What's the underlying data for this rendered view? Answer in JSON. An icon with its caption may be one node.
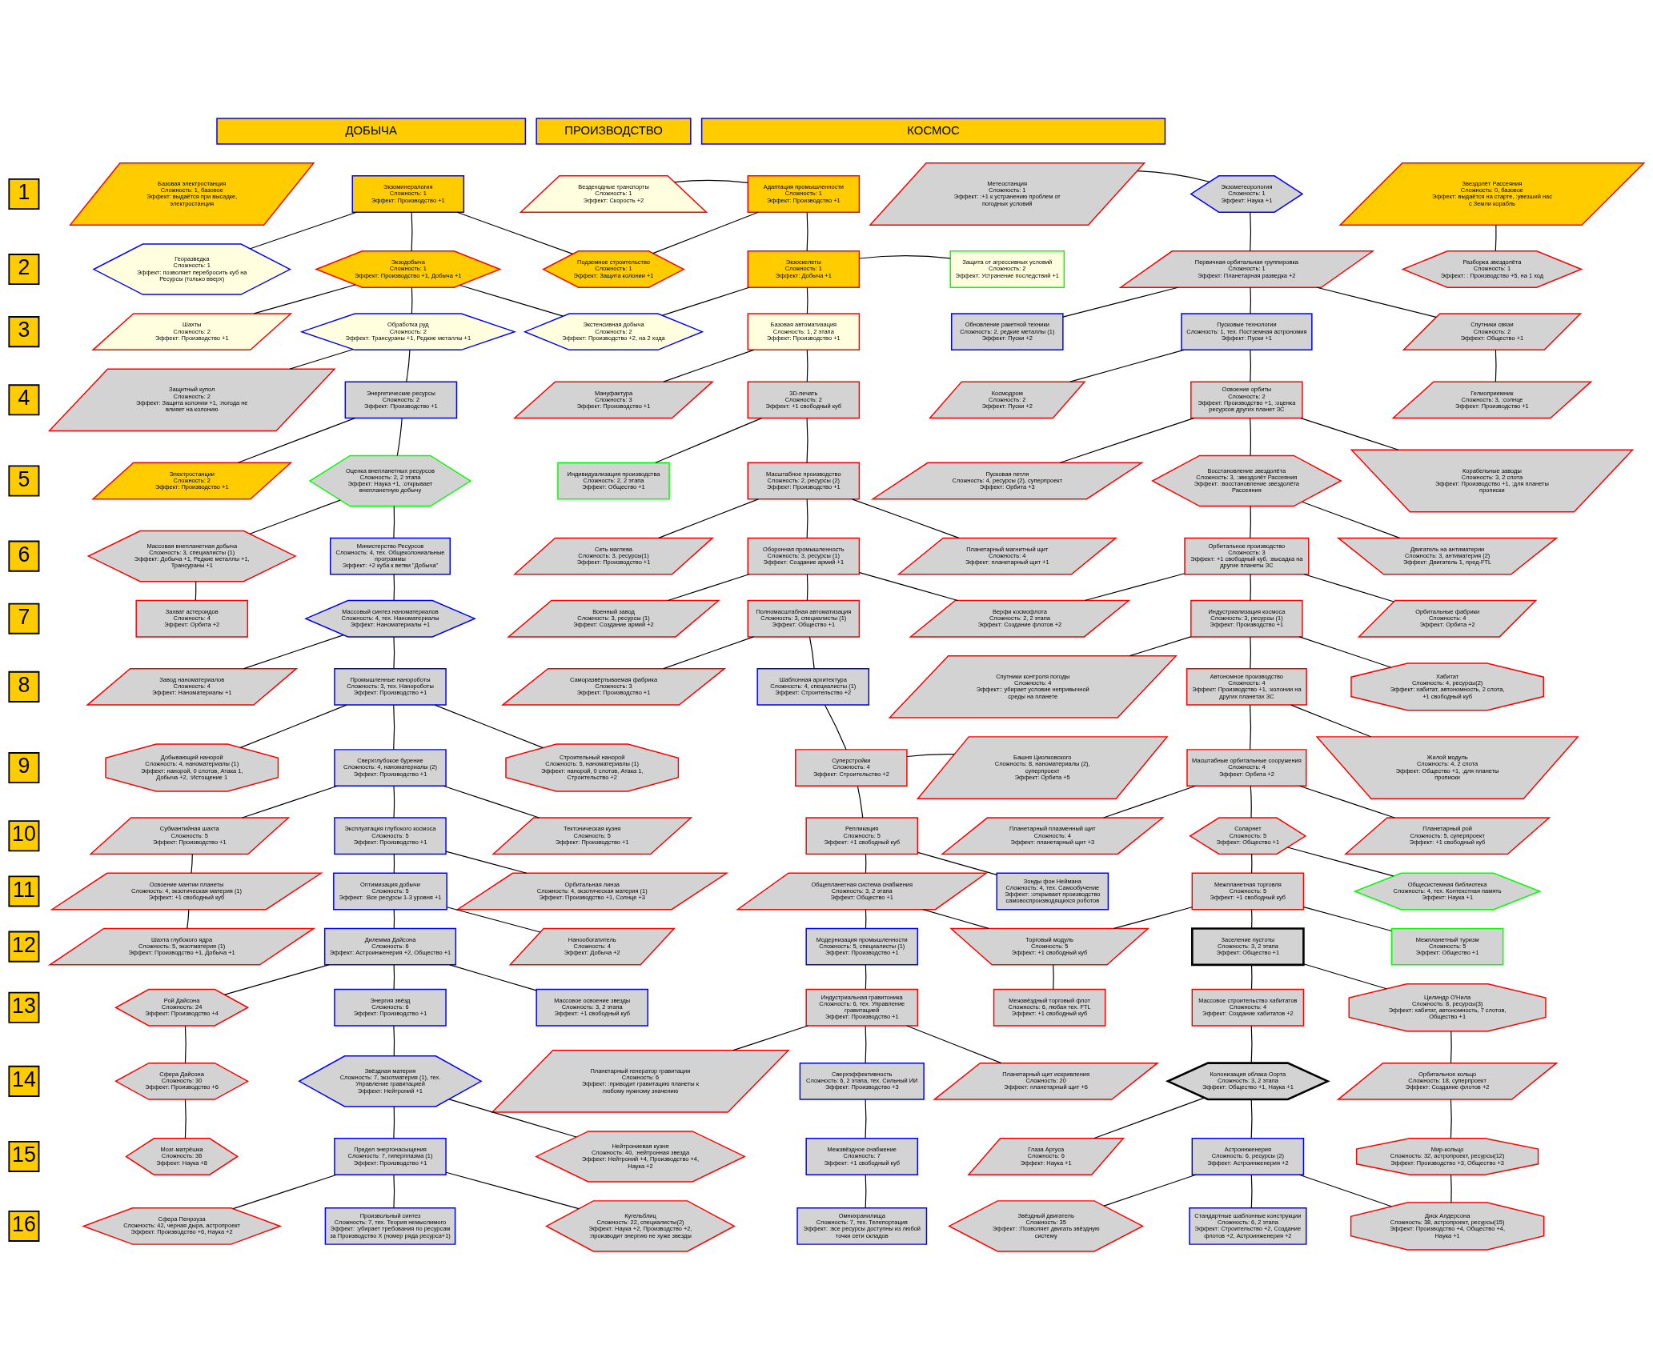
{
  "diagram": {
    "nodes": [
      {
        "text": [
          "ДОБЫЧА"
        ]
      },
      {
        "text": [
          "ПРОИЗВОДСТВО"
        ]
      },
      {
        "text": [
          "КОСМОС"
        ]
      },
      {
        "text": [
          "1"
        ]
      },
      {
        "text": [
          "Базовая электростанция",
          "Сложность: 1, базовое",
          "Эффект: выдаётся при высадке, электростанция"
        ]
      },
      {
        "text": [
          "Экзоминералогия",
          "Сложность: 1",
          "Эффект: Производство +1"
        ]
      },
      {
        "text": [
          "Вездеходные транспорты",
          "Сложность: 1",
          "Эффект: Скорость +2"
        ]
      },
      {
        "text": [
          "Адаптация промышленности",
          "Сложность: 1",
          "Эффект: Производство +1"
        ]
      },
      {
        "text": [
          "Метеостанция",
          "Сложность: 1",
          "Эффект: :+1 к устранению проблем от погодных условий"
        ]
      },
      {
        "text": [
          "Экзометеорология",
          "Сложность: 1",
          "Эффект: Наука +1"
        ]
      },
      {
        "text": [
          "Звездолёт Рассеяния",
          "Сложность: 0, базовое",
          "Эффект: выдаётся на старте, :увезший нас с Земли корабль"
        ]
      },
      {
        "text": [
          "2"
        ]
      },
      {
        "text": [
          "Георазведка",
          "Сложность: 1",
          "Эффект: позволяет перебросить куб на Ресурсы (только вверх)"
        ]
      },
      {
        "text": [
          "Экзодобыча",
          "Сложность: 1",
          "Эффект: Производство +1, Добыча +1"
        ]
      },
      {
        "text": [
          "Подземное строительство",
          "Сложность: 1",
          "Эффект: Защита колонии +1"
        ]
      },
      {
        "text": [
          "Экзоскелеты",
          "Сложность: 1",
          "Эффект: Добыча +1"
        ]
      },
      {
        "text": [
          "Защита от агрессивных условий",
          "Сложность: 2",
          "Эффект: Устранение последствий +1"
        ]
      },
      {
        "text": [
          "Первичная орбитальная группировка",
          "Сложность: 1",
          "Эффект: Планетарная разведка +2"
        ]
      },
      {
        "text": [
          "Разборка звездолёта",
          "Сложность: 1",
          "Эффект: : Производство +5, на 1 ход"
        ]
      },
      {
        "text": [
          "3"
        ]
      },
      {
        "text": [
          "Шахты",
          "Сложность: 2",
          "Эффект: Производство +1"
        ]
      },
      {
        "text": [
          "Обработка руд",
          "Сложность: 2",
          "Эффект: Трансураны +1, Редкие металлы +1"
        ]
      },
      {
        "text": [
          "Экстенсивная добыча",
          "Сложность: 2",
          "Эффект: Производство +2, на 2 хода"
        ]
      },
      {
        "text": [
          "Базовая автоматизация",
          "Сложность: 1, 2 этапа",
          "Эффект: Производство +1"
        ]
      },
      {
        "text": [
          "Обновление ракетной техники",
          "Сложность: 2, редкие металлы (1)",
          "Эффект: Пуски +2"
        ]
      },
      {
        "text": [
          "Пусковые технологии",
          "Сложность: 1, тех. Постземная астрономия",
          "Эффект: Пуски +1"
        ]
      },
      {
        "text": [
          "Спутники связи",
          "Сложность: 2",
          "Эффект: Общество +1"
        ]
      },
      {
        "text": [
          "4"
        ]
      },
      {
        "text": [
          "Защитный купол",
          "Сложность: 2",
          "Эффект: Защита колонии +1, :погода не влияет на колонию"
        ]
      },
      {
        "text": [
          "Энергетические ресурсы",
          "Сложность: 2",
          "Эффект: Производство +1"
        ]
      },
      {
        "text": [
          "Мануфактура",
          "Сложность: 3",
          "Эффект: Производство +1"
        ]
      },
      {
        "text": [
          "3D-печать",
          "Сложность: 2",
          "Эффект: +1 свободный куб"
        ]
      },
      {
        "text": [
          "Космодром",
          "Сложность: 2",
          "Эффект: Пуски +2"
        ]
      },
      {
        "text": [
          "Освоение орбиты",
          "Сложность: 2",
          "Эффект: Производство +1, :оценка ресурсов других планет ЗС"
        ]
      },
      {
        "text": [
          "Гелиоприемник",
          "Сложность: 3, :солнце",
          "Эффект: Производство +1"
        ]
      },
      {
        "text": [
          "5"
        ]
      },
      {
        "text": [
          "Электростанции",
          "Сложность: 2",
          "Эффект: Производство +1"
        ]
      },
      {
        "text": [
          "Оценка внепланетных ресурсов",
          "Сложность: 2, 2 этапа",
          "Эффект: Наука +1, :открывает внепланетную добычу"
        ]
      },
      {
        "text": [
          "Индивидуализация производства",
          "Сложность: 2, 2 этапа",
          "Эффект: Общество +1"
        ]
      },
      {
        "text": [
          "Масштабное производство",
          "Сложность: 2, ресурсы (2)",
          "Эффект: Производство +1"
        ]
      },
      {
        "text": [
          "Пусковая петля",
          "Сложность: 4, ресурсы (2), суперпроект",
          "Эффект: Орбита +3"
        ]
      },
      {
        "text": [
          "Восстановление звездолёта",
          "Сложность: 3, :звездолёт Рассеяния",
          "Эффект: :восстановление звездолёта Рассеяния"
        ]
      },
      {
        "text": [
          "Корабельные заводы",
          "Сложность: 3, 2 слота",
          "Эффект: Производство +1, :для планеты прописки"
        ]
      },
      {
        "text": [
          "6"
        ]
      },
      {
        "text": [
          "Массовая внепланетная добыча",
          "Сложность: 3, специалисты (1)",
          "Эффект: Добыча +1, Редкие металлы +1, Трансураны +1"
        ]
      },
      {
        "text": [
          "Министерство Ресурсов",
          "Сложность: 4, тех. Общеколониальные программы",
          "Эффект: +2 куба к ветви \"Добыча\""
        ]
      },
      {
        "text": [
          "Сеть маглева",
          "Сложность: 3, ресурсы(1)",
          "Эффект: Производство +1"
        ]
      },
      {
        "text": [
          "Оборонная промышленность",
          "Сложность: 3, ресурсы (1)",
          "Эффект: Создание армий +1"
        ]
      },
      {
        "text": [
          "Планетарный магнитный щит",
          "Сложность: 4",
          "Эффект: планетарный щит +1"
        ]
      },
      {
        "text": [
          "Орбитальное производство",
          "Сложность: 3",
          "Эффект: +1 свободный куб, :высадка на другие планеты ЗС"
        ]
      },
      {
        "text": [
          "Двигатель на антиматерии",
          "Сложность: 3, антиматерия (2)",
          "Эффект: Двигатель 1, пред-FTL"
        ]
      },
      {
        "text": [
          "7"
        ]
      },
      {
        "text": [
          "Захват астероидов",
          "Сложность: 4",
          "Эффект: Орбита +2"
        ]
      },
      {
        "text": [
          "Массовый синтез наноматериалов",
          "Сложность: 4, тех. Наноматериалы",
          "Эффект: Наноматериалы +1"
        ]
      },
      {
        "text": [
          "Военный завод",
          "Сложность: 3, ресурсы (1)",
          "Эффект: Создание армий +2"
        ]
      },
      {
        "text": [
          "Полномасштабная автоматизация",
          "Сложность: 3, специалисты (1)",
          "Эффект: Общество +1"
        ]
      },
      {
        "text": [
          "Верфи космофлота",
          "Сложность: 2, 2 этапа",
          "Эффект: Создание флотов +2"
        ]
      },
      {
        "text": [
          "Индустриализация космоса",
          "Сложность: 3, ресурсы (1)",
          "Эффект: Производство +1"
        ]
      },
      {
        "text": [
          "Орбитальные фабрики",
          "Сложность: 4",
          "Эффект: Орбита +2"
        ]
      },
      {
        "text": [
          "8"
        ]
      },
      {
        "text": [
          "Завод наноматериалов",
          "Сложность: 4",
          "Эффект: Наноматериалы +1"
        ]
      },
      {
        "text": [
          "Промышленные нанороботы",
          "Сложность: 3, тех. Нанороботы",
          "Эффект: Производство +1"
        ]
      },
      {
        "text": [
          "Саморазвёртываемая фабрика",
          "Сложность: 3",
          "Эффект: Производство +1"
        ]
      },
      {
        "text": [
          "Шаблонная архитектура",
          "Сложность: 4, специалисты (1)",
          "Эффект: Строительство +2"
        ]
      },
      {
        "text": [
          "Спутники контроля погоды",
          "Сложность: 4",
          "Эффект:: убирает условие непривычной среды на планете"
        ]
      },
      {
        "text": [
          "Автономное производство",
          "Сложность: 4",
          "Эффект: Производство +1, :колонии на других планетах ЗС"
        ]
      },
      {
        "text": [
          "Хабитат",
          "Сложность: 4, ресурсы(2)",
          "Эффект: хабитат, автономность, 2 слота, +1 свободный куб"
        ]
      },
      {
        "text": [
          "9"
        ]
      },
      {
        "text": [
          "Добывающий нанорой",
          "Сложность: 4, наноматериалы (1)",
          "Эффект: нанорой, 0 слотов, Атака 1, Добыча +2, :Истощение 1"
        ]
      },
      {
        "text": [
          "Сверхглубокое бурение",
          "Сложность: 4, наноматериалы (2)",
          "Эффект: Производство +1"
        ]
      },
      {
        "text": [
          "Строительный нанорой",
          "Сложность: 5, наноматериалы (1)",
          "Эффект: нанорой, 0 слотов, Атака 1, Строительство +2"
        ]
      },
      {
        "text": [
          "Суперстройки",
          "Сложность: 4",
          "Эффект: Строительство +2"
        ]
      },
      {
        "text": [
          "Башня Циолковского",
          "Сложность: 8, наноматериалы (2), суперпроект",
          "Эффект: Орбита +5"
        ]
      },
      {
        "text": [
          "Масштабные орбитальные сооружения",
          "Сложность: 4",
          "Эффект: Орбита +2"
        ]
      },
      {
        "text": [
          "Жилой модуль",
          "Сложность: 4, 2 слота",
          "Эффект: Общество +1, :для планеты прописки"
        ]
      },
      {
        "text": [
          "10"
        ]
      },
      {
        "text": [
          "Субмантийная шахта",
          "Сложность: 5",
          "Эффект: Производство +1"
        ]
      },
      {
        "text": [
          "Эксплуатация глубокого космоса",
          "Сложность: 5",
          "Эффект: Производство +1"
        ]
      },
      {
        "text": [
          "Тектоническая кузня",
          "Сложность: 5",
          "Эффект: Производство +1"
        ]
      },
      {
        "text": [
          "Репликация",
          "Сложность: 5",
          "Эффект: +1 свободный куб"
        ]
      },
      {
        "text": [
          "Планетарный плазменный щит",
          "Сложность: 4",
          "Эффект: планетарный щит +3"
        ]
      },
      {
        "text": [
          "Соларнет",
          "Сложность: 5",
          "Эффект: Общество +1"
        ]
      },
      {
        "text": [
          "Планетарный рой",
          "Сложность: 5, суперпроект",
          "Эффект: +1 свободный куб"
        ]
      },
      {
        "text": [
          "11"
        ]
      },
      {
        "text": [
          "Освоение мантии планеты",
          "Сложность: 4, экзотическая материя (1)",
          "Эффект: +1 свободный куб"
        ]
      },
      {
        "text": [
          "Оптимизация добычи",
          "Сложность: 5",
          "Эффект: :Все ресурсы 1-3 уровня +1"
        ]
      },
      {
        "text": [
          "Орбитальная линза",
          "Сложность: 4, экзотическая материя (1)",
          "Эффект: Производство +1, Солнце +3"
        ]
      },
      {
        "text": [
          "Общепланетная система снабжения",
          "Сложность: 3, 2 этапа",
          "Эффект: Общество +1"
        ]
      },
      {
        "text": [
          "Зонды фон Неймана",
          "Сложность: 4, тех. Самообучение",
          "Эффект: :открывает производство самовоспроизводящихся роботов"
        ]
      },
      {
        "text": [
          "Межпланетная торговля",
          "Сложность: 5",
          "Эффект: +1 свободный куб"
        ]
      },
      {
        "text": [
          "Общесистемная библиотека",
          "Сложность: 4, тех. Контекстная память",
          "Эффект: Наука +1"
        ]
      },
      {
        "text": [
          "12"
        ]
      },
      {
        "text": [
          "Шахта глубокого ядра",
          "Сложность: 5, экзотматерия (1)",
          "Эффект: Производство +1, Добыча +1"
        ]
      },
      {
        "text": [
          "Дилемма Дайсона",
          "Сложность: 6",
          "Эффект: Астроинженерия +2, Общество +1"
        ]
      },
      {
        "text": [
          "Нанообогатитель",
          "Сложность: 4",
          "Эффект: Добыча +2"
        ]
      },
      {
        "text": [
          "Модернизация промышленности",
          "Сложность: 5, специалисты (1)",
          "Эффект: Производство +1"
        ]
      },
      {
        "text": [
          "Торговый модуль",
          "Сложность: 5",
          "Эффект: +1 свободный куб"
        ]
      },
      {
        "text": [
          "Заселение пустоты",
          "Сложность: 3, 2 этапа",
          "Эффект: Общество +1"
        ]
      },
      {
        "text": [
          "Межпланетный туризм",
          "Сложность: 5",
          "Эффект: Общество +1"
        ]
      },
      {
        "text": [
          "13"
        ]
      },
      {
        "text": [
          "Рой Дайсона",
          "Сложность: 24",
          "Эффект: Производство +4"
        ]
      },
      {
        "text": [
          "Энергия звёзд",
          "Сложность: 6",
          "Эффект: Производство +1"
        ]
      },
      {
        "text": [
          "Массовое освоение звезды",
          "Сложность: 3, 2 этапа",
          "Эффект: +1 свободный куб"
        ]
      },
      {
        "text": [
          "Индустриальная гравитоника",
          "Сложность: 6, тех. Управление гравитацией",
          "Эффект: Производство +1"
        ]
      },
      {
        "text": [
          "Межзвёздный торговый флот",
          "Сложность: 6, любая тех. FTL",
          "Эффект: +1 свободный куб"
        ]
      },
      {
        "text": [
          "Массовое строительство хабитатов",
          "Сложность: 4",
          "Эффект: Создание хабитатов +2"
        ]
      },
      {
        "text": [
          "Цилиндр О'Нила",
          "Сложность: 8, ресурсы(3)",
          "Эффект: хабитат, автономность, 7 слотов, Общество +1"
        ]
      },
      {
        "text": [
          "14"
        ]
      },
      {
        "text": [
          "Сфера Дайсона",
          "Сложность: 30",
          "Эффект: Производство +6"
        ]
      },
      {
        "text": [
          "Звёздная материя",
          "Сложность: 7, экзотматерия (1), тех. Управление гравитацией",
          "Эффект: Нейтроний +1"
        ]
      },
      {
        "text": [
          "Планетарный генератор гравитации",
          "Сложность: 6",
          "Эффект: :приводит гравитацию планеты к любому нужному значению"
        ]
      },
      {
        "text": [
          "Сверхэффективность",
          "Сложность: 6, 2 этапа, тех. Сильный ИИ",
          "Эффект: Производство +3"
        ]
      },
      {
        "text": [
          "Планетарный щит искривления",
          "Сложность: 20",
          "Эффект: планетарный щит +6"
        ]
      },
      {
        "text": [
          "Колонизация облака Оорта",
          "Сложность: 3, 2 этапа",
          "Эффект: Общество +1, Наука +1"
        ]
      },
      {
        "text": [
          "Орбитальное кольцо",
          "Сложность: 18, суперпроект",
          "Эффект: Создание флотов +2"
        ]
      },
      {
        "text": [
          "15"
        ]
      },
      {
        "text": [
          "Мозг-матрёшка",
          "Сложность: 36",
          "Эффект: Наука +8"
        ]
      },
      {
        "text": [
          "Предел энергонасыщения",
          "Сложность: 7, гиперплазма (1)",
          "Эффект: Производство +1"
        ]
      },
      {
        "text": [
          "Нейтрониевая кузня",
          "Сложность: 40, :нейтронная звезда",
          "Эффект: Нейтроний +4, Производство +4, Наука +2"
        ]
      },
      {
        "text": [
          "Межзвёздное снабжение",
          "Сложность: 7",
          "Эффект: +1 свободный куб"
        ]
      },
      {
        "text": [
          "Глаза Аргуса",
          "Сложность: 6",
          "Эффект: Наука +1"
        ]
      },
      {
        "text": [
          "Астроинженерия",
          "Сложность: 6, ресурсы (2)",
          "Эффект: Астроинженерия +2"
        ]
      },
      {
        "text": [
          "Мир-кольцо",
          "Сложность: 32, астропроект, ресурсы(12)",
          "Эффект: Производство +3, Общество +3"
        ]
      },
      {
        "text": [
          "16"
        ]
      },
      {
        "text": [
          "Сфера Пенроуза",
          "Сложность: 42, черная дыра, астропроект",
          "Эффект: Производство +6, Наука +2"
        ]
      },
      {
        "text": [
          "Произвольный синтез",
          "Сложность: 7, тех. Теория немыслимого",
          "Эффект: :убирает требования по ресурсам за Производство X (номер ряда ресурса+1)"
        ]
      },
      {
        "text": [
          "Кугельблиц",
          "Сложность: 22, специалисты(2)",
          "Эффект: Наука +2, Производство +2, :производит энергию не хуже звезды"
        ]
      },
      {
        "text": [
          "Омнихранилища",
          "Сложность: 7, тех. Телепортация",
          "Эффект: :все ресурсы доступны из любой точки сети складов"
        ]
      },
      {
        "text": [
          "Звёздный двигатель",
          "Сложность: 35",
          "Эффект: :Позволяет двигать звёздную систему"
        ]
      },
      {
        "text": [
          "Стандартные шаблонные конструкции",
          "Сложность: 6, 2 этапа",
          "Эффект: Строительство +2, Создание флотов +2, Астроинженерия +2"
        ]
      },
      {
        "text": [
          "Диск Алдерсона",
          "Сложность: 38, астропроект, ресурсы(15)",
          "Эффект: Производство +4, Общество +4, Наука +1"
        ]
      }
    ],
    "edges": [
      {
        "from": 6,
        "to": 7,
        "arrow": "none"
      },
      {
        "from": 8,
        "to": 9,
        "arrow": "none"
      },
      {
        "from": 5,
        "to": 12,
        "arrow": "none"
      },
      {
        "from": 5,
        "to": 13,
        "arrow": "none"
      },
      {
        "from": 5,
        "to": 14,
        "arrow": "none"
      },
      {
        "from": 7,
        "to": 14,
        "arrow": "none"
      },
      {
        "from": 7,
        "to": 15,
        "arrow": "none"
      },
      {
        "from": 9,
        "to": 17,
        "arrow": "none"
      },
      {
        "from": 10,
        "to": 18,
        "arrow": "none"
      },
      {
        "from": 15,
        "to": 16,
        "arrow": "none"
      },
      {
        "from": 13,
        "to": 20,
        "arrow": "none"
      },
      {
        "from": 13,
        "to": 21,
        "arrow": "none"
      },
      {
        "from": 13,
        "to": 22,
        "arrow": "none"
      },
      {
        "from": 15,
        "to": 22,
        "arrow": "none"
      },
      {
        "from": 15,
        "to": 23,
        "arrow": "none"
      },
      {
        "from": 17,
        "to": 24,
        "arrow": "none"
      },
      {
        "from": 17,
        "to": 25,
        "arrow": "none"
      },
      {
        "from": 17,
        "to": 26,
        "arrow": "none"
      },
      {
        "from": 21,
        "to": 28,
        "arrow": "none"
      },
      {
        "from": 21,
        "to": 29,
        "arrow": "none"
      },
      {
        "from": 23,
        "to": 30,
        "arrow": "none"
      },
      {
        "from": 23,
        "to": 31,
        "arrow": "none"
      },
      {
        "from": 25,
        "to": 32,
        "arrow": "none"
      },
      {
        "from": 25,
        "to": 33,
        "arrow": "none"
      },
      {
        "from": 26,
        "to": 34,
        "arrow": "none"
      },
      {
        "from": 29,
        "to": 36,
        "arrow": "none"
      },
      {
        "from": 29,
        "to": 37,
        "arrow": "none"
      },
      {
        "from": 31,
        "to": 38,
        "arrow": "none"
      },
      {
        "from": 31,
        "to": 39,
        "arrow": "none"
      },
      {
        "from": 33,
        "to": 40,
        "arrow": "none"
      },
      {
        "from": 33,
        "to": 41,
        "arrow": "none"
      },
      {
        "from": 33,
        "to": 42,
        "arrow": "none"
      },
      {
        "from": 37,
        "to": 44,
        "arrow": "none"
      },
      {
        "from": 37,
        "to": 45,
        "arrow": "none"
      },
      {
        "from": 39,
        "to": 46,
        "arrow": "none"
      },
      {
        "from": 39,
        "to": 47,
        "arrow": "none"
      },
      {
        "from": 39,
        "to": 48,
        "arrow": "none"
      },
      {
        "from": 41,
        "to": 49,
        "arrow": "none"
      },
      {
        "from": 41,
        "to": 50,
        "arrow": "none"
      },
      {
        "from": 44,
        "to": 52,
        "arrow": "none"
      },
      {
        "from": 45,
        "to": 53,
        "arrow": "none"
      },
      {
        "from": 47,
        "to": 54,
        "arrow": "none"
      },
      {
        "from": 47,
        "to": 55,
        "arrow": "none"
      },
      {
        "from": 47,
        "to": 56,
        "arrow": "none"
      },
      {
        "from": 49,
        "to": 56,
        "arrow": "none"
      },
      {
        "from": 49,
        "to": 57,
        "arrow": "none"
      },
      {
        "from": 49,
        "to": 58,
        "arrow": "none"
      },
      {
        "from": 53,
        "to": 60,
        "arrow": "none"
      },
      {
        "from": 53,
        "to": 61,
        "arrow": "none"
      },
      {
        "from": 55,
        "to": 62,
        "arrow": "none"
      },
      {
        "from": 55,
        "to": 63,
        "arrow": "none"
      },
      {
        "from": 57,
        "to": 64,
        "arrow": "none"
      },
      {
        "from": 57,
        "to": 65,
        "arrow": "none"
      },
      {
        "from": 57,
        "to": 66,
        "arrow": "none"
      },
      {
        "from": 61,
        "to": 68,
        "arrow": "none"
      },
      {
        "from": 61,
        "to": 69,
        "arrow": "none"
      },
      {
        "from": 61,
        "to": 70,
        "arrow": "none"
      },
      {
        "from": 63,
        "to": 71,
        "arrow": "none"
      },
      {
        "from": 65,
        "to": 73,
        "arrow": "none"
      },
      {
        "from": 65,
        "to": 74,
        "arrow": "none"
      },
      {
        "from": 71,
        "to": 72,
        "arrow": "none"
      },
      {
        "from": 69,
        "to": 76,
        "arrow": "none"
      },
      {
        "from": 69,
        "to": 77,
        "arrow": "none"
      },
      {
        "from": 69,
        "to": 78,
        "arrow": "none"
      },
      {
        "from": 71,
        "to": 79,
        "arrow": "none"
      },
      {
        "from": 73,
        "to": 80,
        "arrow": "none"
      },
      {
        "from": 73,
        "to": 81,
        "arrow": "none"
      },
      {
        "from": 73,
        "to": 82,
        "arrow": "none"
      },
      {
        "from": 76,
        "to": 84,
        "arrow": "none"
      },
      {
        "from": 77,
        "to": 85,
        "arrow": "none"
      },
      {
        "from": 77,
        "to": 86,
        "arrow": "none"
      },
      {
        "from": 79,
        "to": 87,
        "arrow": "none"
      },
      {
        "from": 79,
        "to": 88,
        "arrow": "none"
      },
      {
        "from": 81,
        "to": 89,
        "arrow": "none"
      },
      {
        "from": 81,
        "to": 90,
        "arrow": "none"
      },
      {
        "from": 84,
        "to": 92,
        "arrow": "none"
      },
      {
        "from": 85,
        "to": 93,
        "arrow": "none"
      },
      {
        "from": 85,
        "to": 94,
        "arrow": "none"
      },
      {
        "from": 87,
        "to": 95,
        "arrow": "none"
      },
      {
        "from": 87,
        "to": 96,
        "arrow": "none"
      },
      {
        "from": 89,
        "to": 96,
        "arrow": "none"
      },
      {
        "from": 89,
        "to": 97,
        "arrow": "none"
      },
      {
        "from": 89,
        "to": 98,
        "arrow": "none"
      },
      {
        "from": 93,
        "to": 100,
        "arrow": "none"
      },
      {
        "from": 93,
        "to": 101,
        "arrow": "none"
      },
      {
        "from": 93,
        "to": 102,
        "arrow": "none"
      },
      {
        "from": 95,
        "to": 103,
        "arrow": "none"
      },
      {
        "from": 96,
        "to": 104,
        "arrow": "none"
      },
      {
        "from": 97,
        "to": 105,
        "arrow": "none"
      },
      {
        "from": 97,
        "to": 106,
        "arrow": "none"
      },
      {
        "from": 100,
        "to": 108,
        "arrow": "none"
      },
      {
        "from": 101,
        "to": 109,
        "arrow": "none"
      },
      {
        "from": 103,
        "to": 110,
        "arrow": "none"
      },
      {
        "from": 103,
        "to": 111,
        "arrow": "none"
      },
      {
        "from": 103,
        "to": 112,
        "arrow": "none"
      },
      {
        "from": 105,
        "to": 113,
        "arrow": "none"
      },
      {
        "from": 106,
        "to": 114,
        "arrow": "none"
      },
      {
        "from": 108,
        "to": 116,
        "arrow": "none"
      },
      {
        "from": 109,
        "to": 117,
        "arrow": "none"
      },
      {
        "from": 109,
        "to": 118,
        "arrow": "none"
      },
      {
        "from": 111,
        "to": 119,
        "arrow": "none"
      },
      {
        "from": 113,
        "to": 120,
        "arrow": "none"
      },
      {
        "from": 113,
        "to": 121,
        "arrow": "none"
      },
      {
        "from": 114,
        "to": 122,
        "arrow": "none"
      },
      {
        "from": 117,
        "to": 124,
        "arrow": "none"
      },
      {
        "from": 117,
        "to": 125,
        "arrow": "none"
      },
      {
        "from": 117,
        "to": 126,
        "arrow": "none"
      },
      {
        "from": 119,
        "to": 127,
        "arrow": "none"
      },
      {
        "from": 121,
        "to": 128,
        "arrow": "none"
      },
      {
        "from": 121,
        "to": 129,
        "arrow": "none"
      },
      {
        "from": 121,
        "to": 130,
        "arrow": "none"
      },
      {
        "from": 122,
        "to": 130,
        "arrow": "none"
      }
    ]
  }
}
